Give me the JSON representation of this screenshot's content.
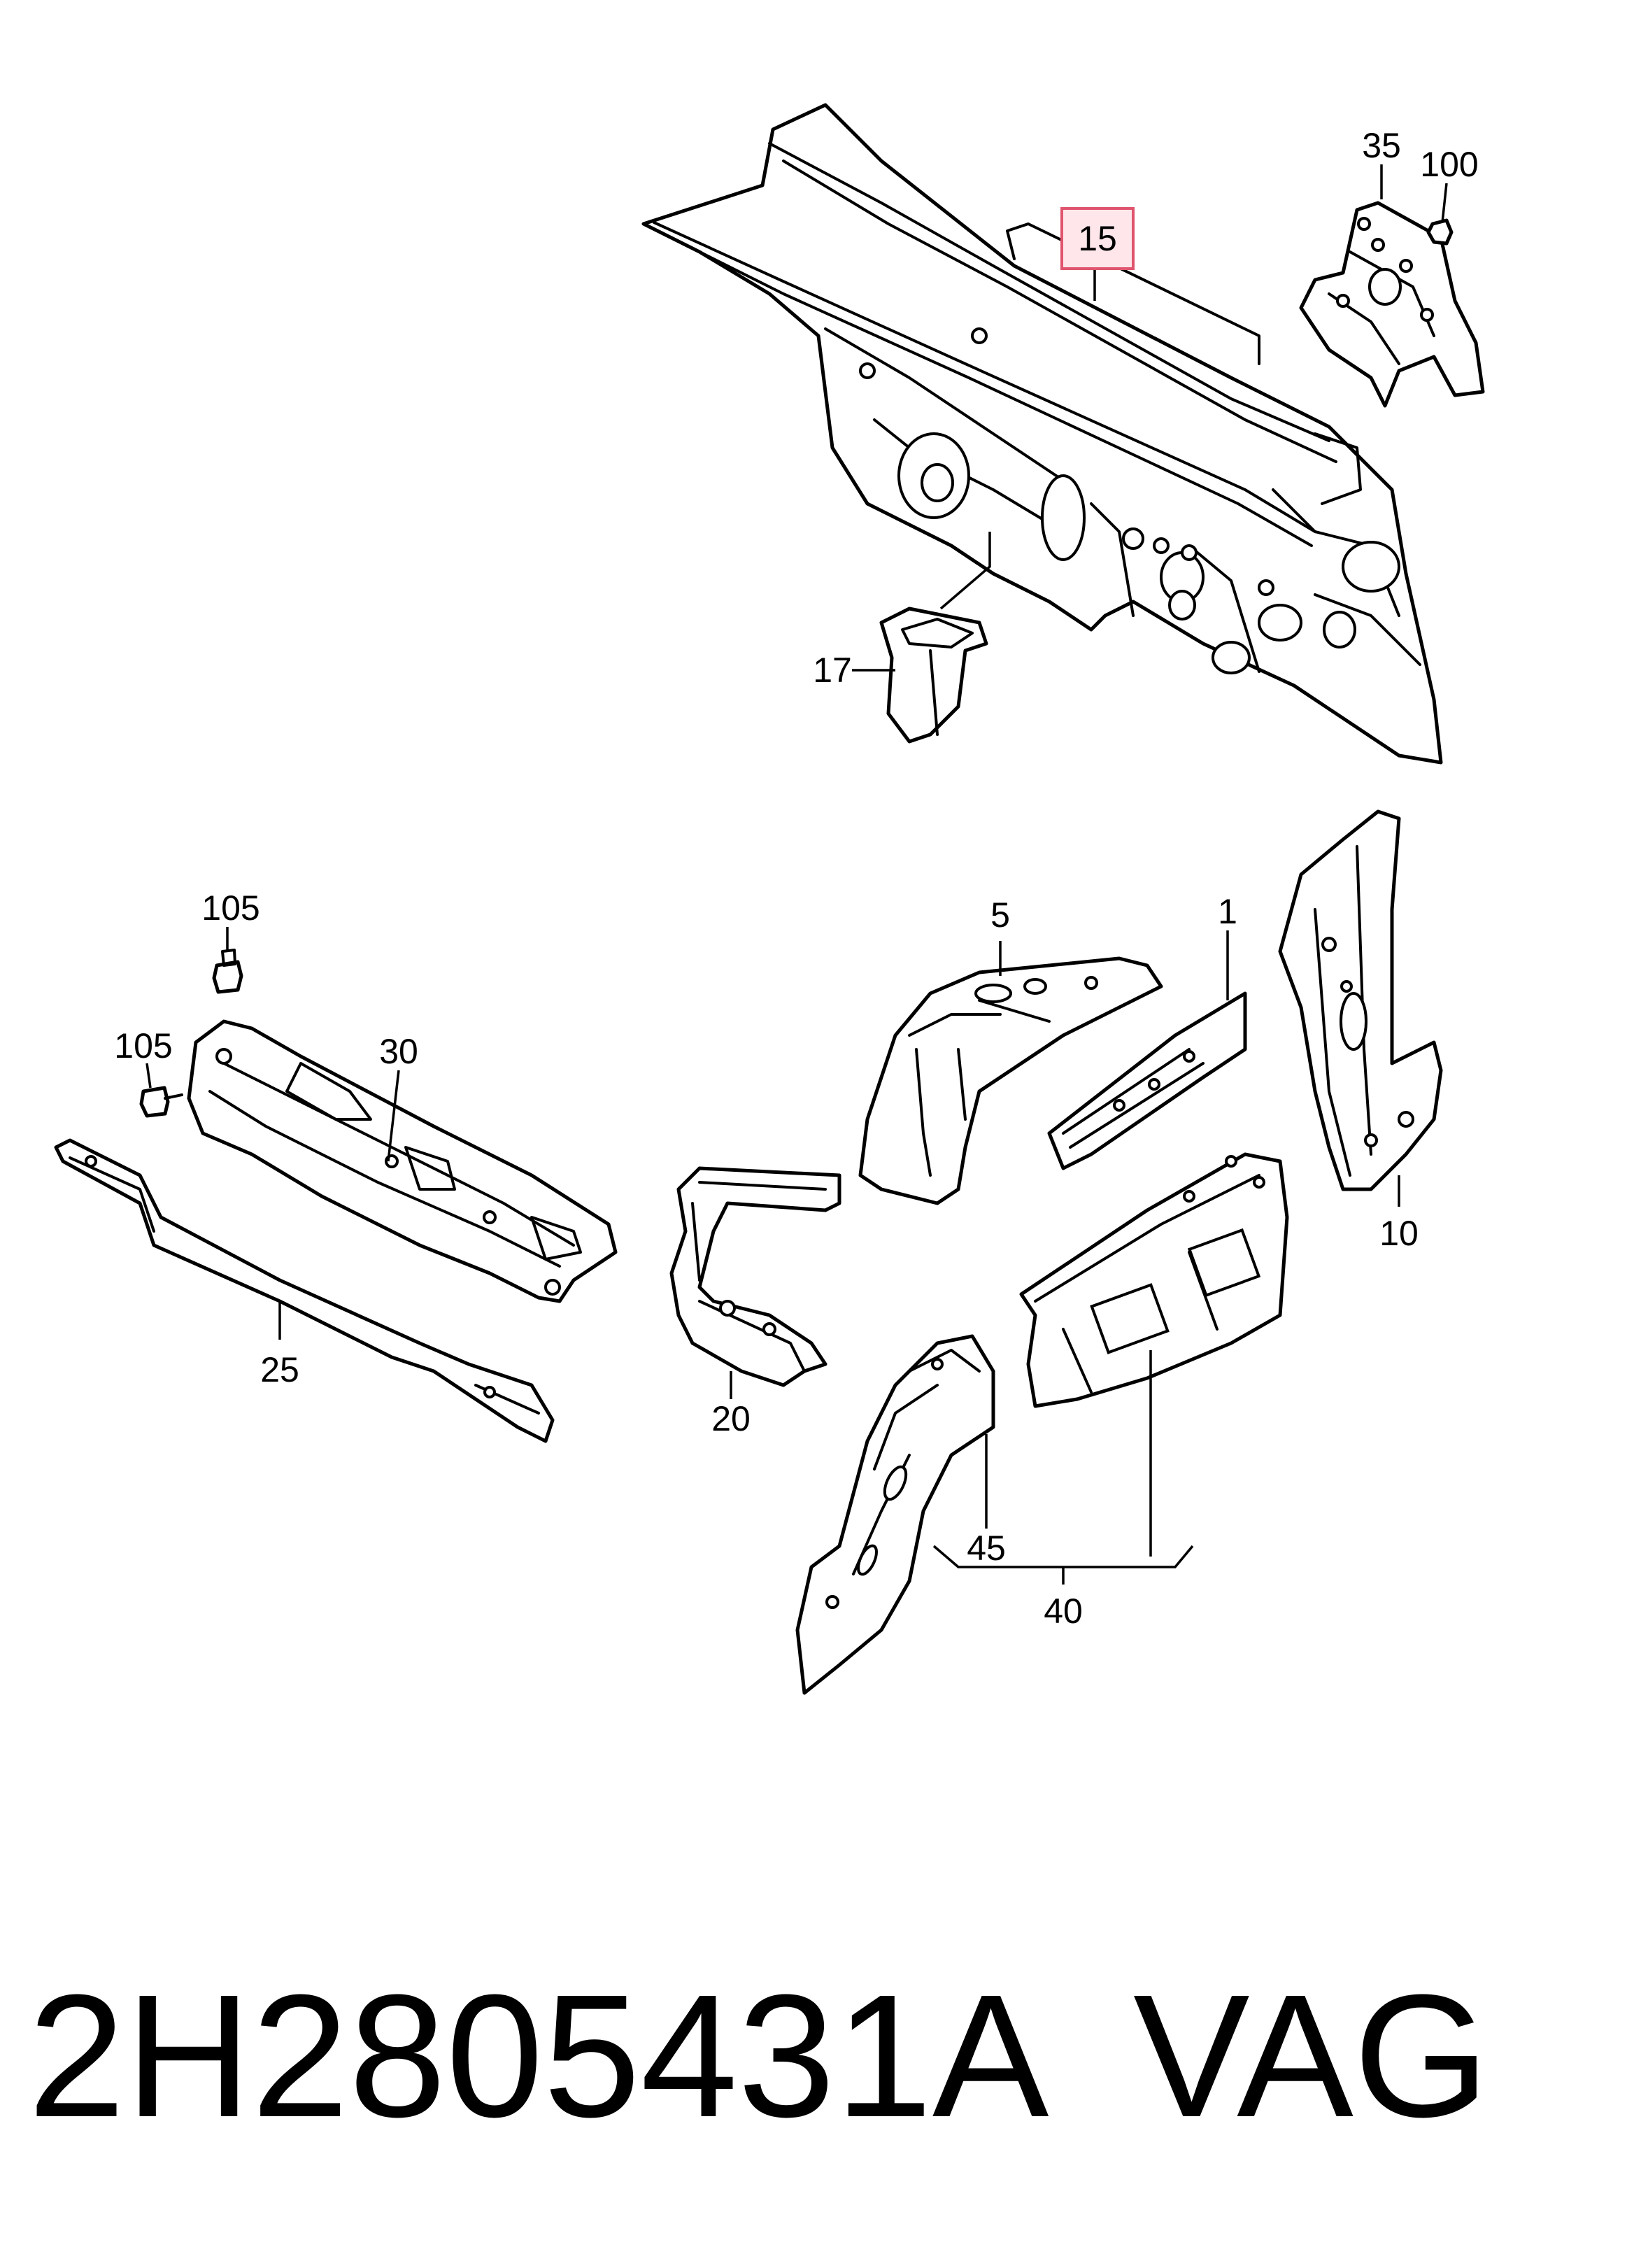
{
  "callouts": {
    "c1": "1",
    "c5": "5",
    "c10": "10",
    "c15": "15",
    "c17": "17",
    "c20": "20",
    "c25": "25",
    "c30": "30",
    "c35": "35",
    "c40": "40",
    "c45": "45",
    "c100": "100",
    "c105a": "105",
    "c105b": "105"
  },
  "highlighted_callout": "15",
  "highlight_color": "#ffe6ea",
  "highlight_border_color": "#e0556e",
  "caption": {
    "part_number": "2H2805431A",
    "brand": "VAG"
  }
}
